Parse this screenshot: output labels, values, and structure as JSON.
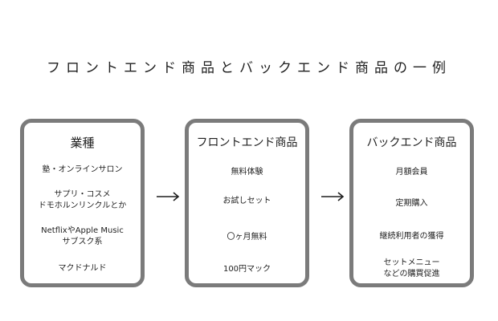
{
  "title": "フロントエンド商品とバックエンド商品の一例",
  "columns": [
    {
      "heading": "業種",
      "items": [
        "塾・オンラインサロン",
        "サプリ・コスメ\nドモホルンリンクルとか",
        "NetflixやApple Music\nサブスク系",
        "マクドナルド"
      ]
    },
    {
      "heading": "フロントエンド商品",
      "items": [
        "無料体験",
        "お試しセット",
        "〇ヶ月無料",
        "100円マック"
      ]
    },
    {
      "heading": "バックエンド商品",
      "items": [
        "月額会員",
        "定期購入",
        "継続利用者の獲得",
        "セットメニュー\nなどの購買促進"
      ]
    }
  ],
  "colors": {
    "box_border": "#7b7b7b",
    "text": "#222222",
    "arrow": "#1e1e1e"
  },
  "icons": {
    "connector": "right-arrow-icon"
  }
}
